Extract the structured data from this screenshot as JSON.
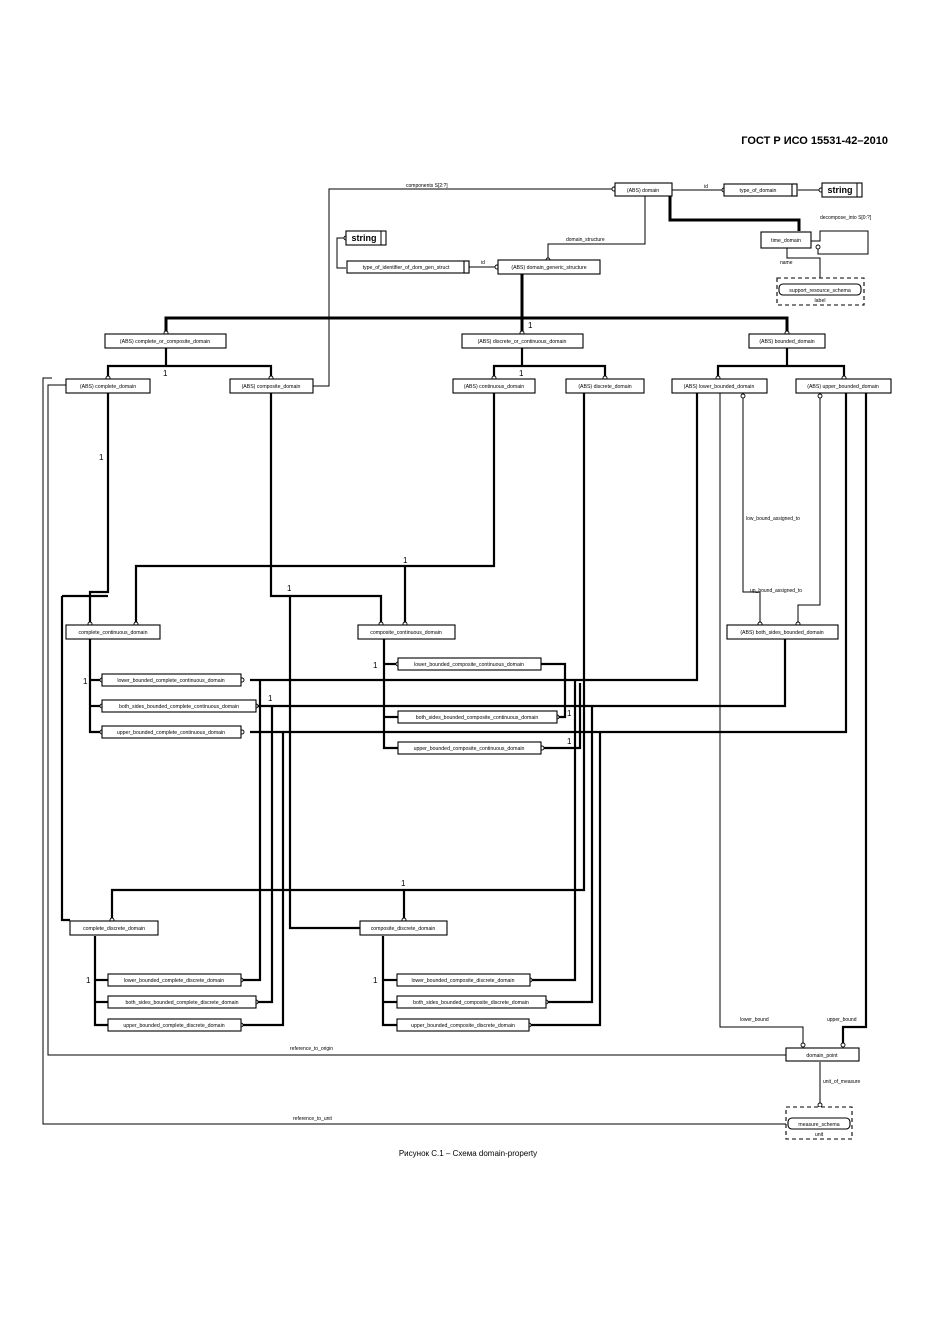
{
  "document": {
    "header": "ГОСТ Р ИСО 15531-42–2010",
    "caption": "Рисунок С.1 – Схема domain-property"
  },
  "entities": {
    "domain": "(ABS) domain",
    "type_of_domain": "type_of_domain",
    "string1": "string",
    "string2": "string",
    "time_domain": "time_domain",
    "support_resource_schema": "support_resource_schema",
    "label": "label",
    "type_of_identifier": "type_of_identifier_of_dom_gen_struct",
    "domain_generic_structure": "(ABS) domain_generic_structure",
    "complete_or_composite": "(ABS) complete_or_composite_domain",
    "discrete_or_continuous": "(ABS) discrete_or_continuous_domain",
    "bounded_domain": "(ABS) bounded_domain",
    "complete_domain": "(ABS) complete_domain",
    "composite_domain": "(ABS) composite_domain",
    "continuous_domain": "(ABS) continuous_domain",
    "discrete_domain": "(ABS) discrete_domain",
    "lower_bounded_domain": "(ABS) lower_bounded_domain",
    "upper_bounded_domain": "(ABS) upper_bounded_domain",
    "complete_continuous_domain": "complete_continuous_domain",
    "composite_continuous_domain": "composite_continuous_domain",
    "both_sides_bounded_domain": "(ABS) both_sides_bounded_domain",
    "lower_bounded_composite_continuous": "lower_bounded_composite_continuous_domain",
    "lower_bounded_complete_continuous": "lower_bounded_complete_continuous_domain",
    "both_sides_bounded_complete_continuous": "both_sides_bounded_complete_continuous_domain",
    "both_sides_bounded_composite_continuous": "both_sides_bounded_composite_continuous_domain",
    "upper_bounded_complete_continuous": "upper_bounded_complete_continuous_domain",
    "upper_bounded_composite_continuous": "upper_bounded_composite_continuous_domain",
    "complete_discrete_domain": "complete_discrete_domain",
    "composite_discrete_domain": "composite_discrete_domain",
    "lower_bounded_complete_discrete": "lower_bounded_complete_discrete_domain",
    "both_sides_bounded_complete_discrete": "both_sides_bounded_complete_discrete_domain",
    "upper_bounded_complete_discrete": "upper_bounded_complete_discrete_domain",
    "lower_bounded_composite_discrete": "lower_bounded_composite_discrete_domain",
    "both_sides_bounded_composite_discrete": "both_sides_bounded_composite_discrete_domain",
    "upper_bounded_composite_discrete": "upper_bounded_composite_discrete_domain",
    "domain_point": "domain_point",
    "measure_schema": "measure_schema",
    "unit": "unit"
  },
  "relations": {
    "components": "components S[2:?]",
    "id": "id",
    "decompose_into": "decompose_into S[0:?]",
    "domain_structure": "domain_structure",
    "name": "name",
    "id2": "id",
    "low_bound_assigned_to": "low_bound_assigned_to",
    "up_bound_assigned_to": "up_bound_assigned_to",
    "lower_bound": "lower_bound",
    "upper_bound": "upper_bound",
    "reference_to_origin": "reference_to_origin",
    "unit_of_measure": "unit_of_measure",
    "reference_to_unit": "reference_to_unit"
  },
  "marks": {
    "one": "1"
  }
}
